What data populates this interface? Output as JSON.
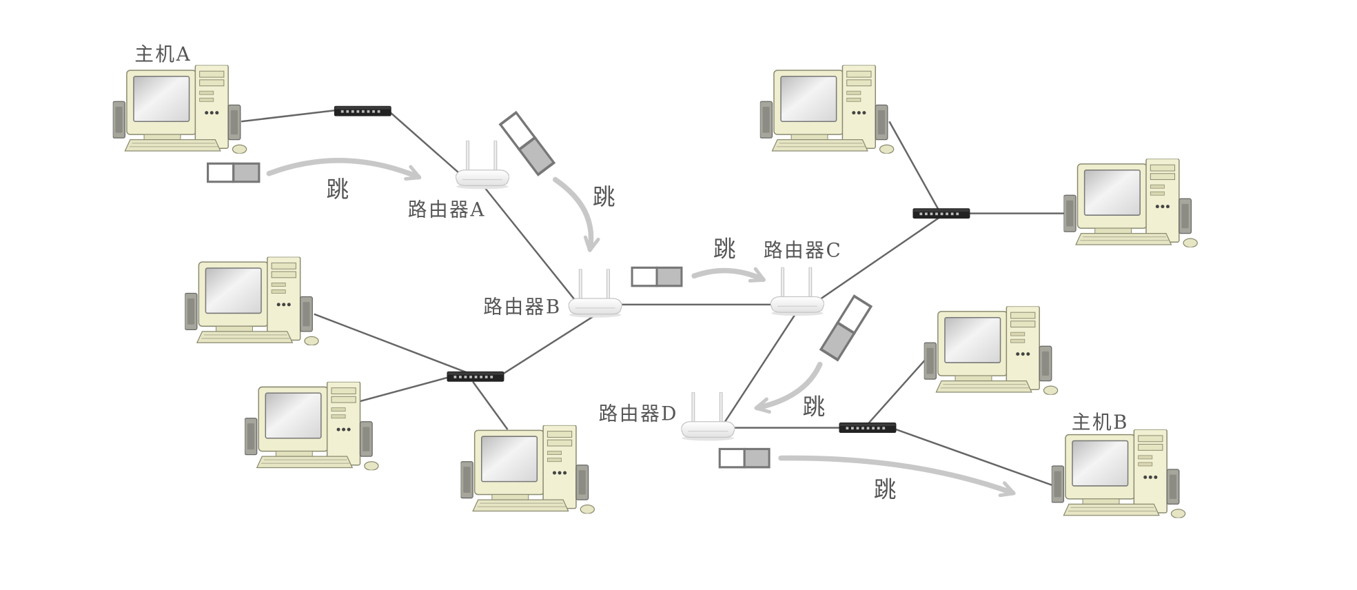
{
  "hosts": {
    "a": "主机A",
    "b": "主机B"
  },
  "routers": {
    "a": "路由器A",
    "b": "路由器B",
    "c": "路由器C",
    "d": "路由器D"
  },
  "hops": [
    "跳",
    "跳",
    "跳",
    "跳",
    "跳"
  ],
  "icons": {
    "computer": "computer-icon",
    "router": "router-icon",
    "switch": "switch-icon",
    "packet": "packet-icon"
  },
  "colors": {
    "background": "#ffffff",
    "link": "#666666",
    "hop_arrow": "#c8c8c8",
    "packet_border": "#777777",
    "packet_shaded": "#bdbdbd",
    "label": "#555555",
    "switch": "#222222"
  }
}
